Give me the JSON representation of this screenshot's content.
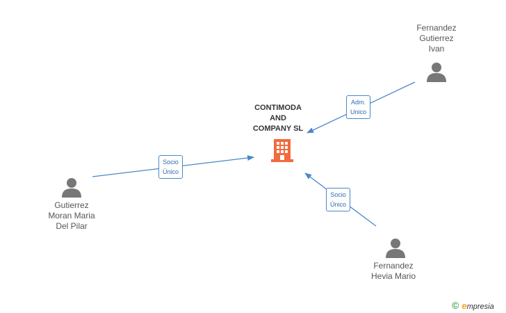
{
  "company": {
    "name": "CONTIMODA\nAND\nCOMPANY SL",
    "icon": "building-icon",
    "color": "#f26a3d"
  },
  "persons": [
    {
      "id": "fernandez-gutierrez-ivan",
      "name": "Fernandez\nGutierrez\nIvan",
      "icon": "person-icon"
    },
    {
      "id": "gutierrez-moran-maria-del-pilar",
      "name": "Gutierrez\nMoran Maria\nDel Pilar",
      "icon": "person-icon"
    },
    {
      "id": "fernandez-hevia-mario",
      "name": "Fernandez\nHevia Mario",
      "icon": "person-icon"
    }
  ],
  "relations": [
    {
      "from": "fernandez-gutierrez-ivan",
      "to": "company",
      "label": "Adm.\nUnico"
    },
    {
      "from": "gutierrez-moran-maria-del-pilar",
      "to": "company",
      "label": "Socio\nÚnico"
    },
    {
      "from": "fernandez-hevia-mario",
      "to": "company",
      "label": "Socio\nÚnico"
    }
  ],
  "colors": {
    "edge": "#4a86c8",
    "person": "#777777"
  },
  "footer": {
    "copyright_symbol": "©",
    "brand_first_letter": "e",
    "brand_rest": "mpresia"
  }
}
